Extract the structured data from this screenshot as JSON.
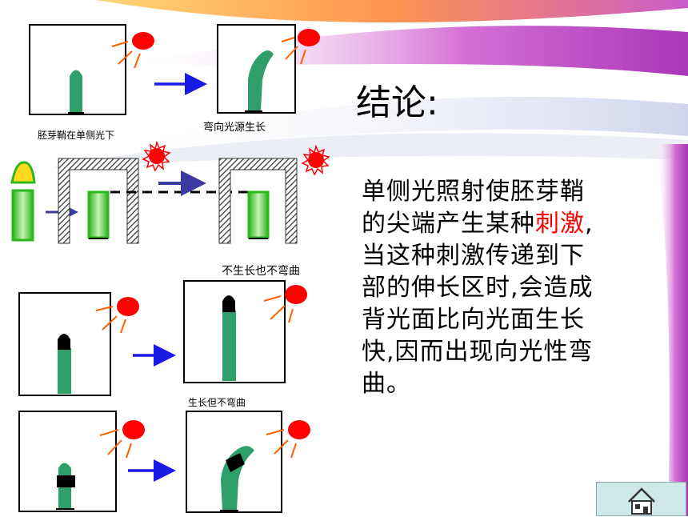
{
  "captions": {
    "one_side_light": "胚芽鞘在单侧光下",
    "bend_to_light": "弯向光源生长",
    "no_grow_no_bend": "不生长也不弯曲",
    "grow_no_bend": "生长但不弯曲"
  },
  "conclusion": {
    "title": "结论:",
    "line1": "单侧光照射使胚芽鞘",
    "line2_pre": "的尖端产生某种",
    "line2_highlight": "刺激",
    "line2_post": ",",
    "line3": "当这种刺激传递到下",
    "line4": "部的伸长区时,会造成",
    "line5": "背光面比向光面生长",
    "line6": "快,因而出现向光性弯",
    "line7": "曲。"
  },
  "colors": {
    "coleoptile": "#2e9e6a",
    "light_source": "#ff0000",
    "arrow": "#1a1ae6",
    "highlight_text": "#ff0000"
  },
  "icons": {
    "home": "home-icon",
    "light": "sun-icon"
  }
}
